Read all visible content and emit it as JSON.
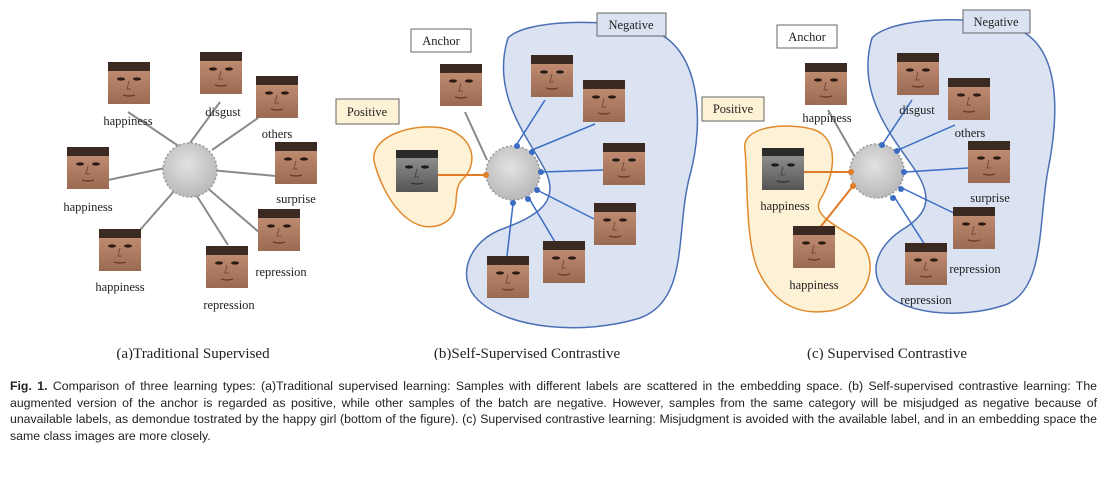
{
  "panels": {
    "a": {
      "title": "(a)Traditional Supervised",
      "labels": [
        "happiness",
        "disgust",
        "others",
        "happiness",
        "surprise",
        "happiness",
        "repression",
        "repression"
      ]
    },
    "b": {
      "title": "(b)Self-Supervised Contrastive",
      "anchor": "Anchor",
      "negative": "Negative",
      "positive": "Positive"
    },
    "c": {
      "title": "(c) Supervised Contrastive",
      "anchor": "Anchor",
      "negative": "Negative",
      "positive": "Positive",
      "labels": [
        "happiness",
        "disgust",
        "others",
        "surprise",
        "happiness",
        "happiness",
        "repression",
        "repression"
      ]
    }
  },
  "caption": {
    "label": "Fig. 1.",
    "text": "Comparison of three learning types: (a)Traditional supervised learning: Samples with different labels are scattered in the embedding space. (b) Self-supervised contrastive learning: The augmented version of the anchor is regarded as positive, while other samples of the batch are negative. However, samples from the same category will be misjudged as negative because of unavailable labels, as demondue tostrated by the happy girl (bottom of the figure). (c) Supervised contrastive learning: Misjudgment is avoided with the available label, and in an embedding space the same class images are more closely."
  },
  "colors": {
    "negative_fill": "#dbe3f3",
    "negative_stroke": "#4a6fb5",
    "positive_fill": "#fdf1d6",
    "positive_stroke": "#e08a2c",
    "blue_edge": "#3b6cc4",
    "orange_edge": "#e07b28"
  }
}
